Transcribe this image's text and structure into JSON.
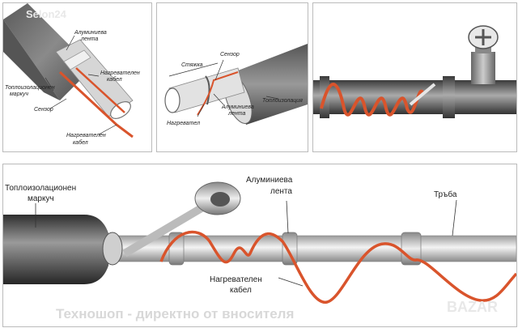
{
  "watermarks": {
    "top_left": "Selon24",
    "bottom": "Техношоп - директно от вносителя",
    "bottom_right": "BAZAR"
  },
  "panel1": {
    "label_aluminum_tape_1": "Алуминиева",
    "label_aluminum_tape_2": "лента",
    "label_heating_cable_top_1": "Нагревателен",
    "label_heating_cable_top_2": "кабел",
    "label_insulation_hose_1": "Топлоизолационен",
    "label_insulation_hose_2": "маркуч",
    "label_sensor": "Сензор",
    "label_heating_cable_bottom_1": "Нагревателен",
    "label_heating_cable_bottom_2": "кабел"
  },
  "panel2": {
    "label_sensor": "Сензор",
    "label_clamp": "Стяжка",
    "label_aluminum_tape_1": "Алуминиева",
    "label_aluminum_tape_2": "лента",
    "label_heater": "Нагревател",
    "label_insulation": "Топлоизолация"
  },
  "panel4": {
    "label_insulation_hose_1": "Топлоизолационен",
    "label_insulation_hose_2": "маркуч",
    "label_aluminum_tape_1": "Алуминиева",
    "label_aluminum_tape_2": "лента",
    "label_pipe": "Тръба",
    "label_heating_cable_1": "Нагревателен",
    "label_heating_cable_2": "кабел"
  },
  "colors": {
    "cable": "#d9542c",
    "pipe_dark": "#777777",
    "pipe_light": "#d6d6d6",
    "insulation_dark": "#4a4a4a"
  }
}
